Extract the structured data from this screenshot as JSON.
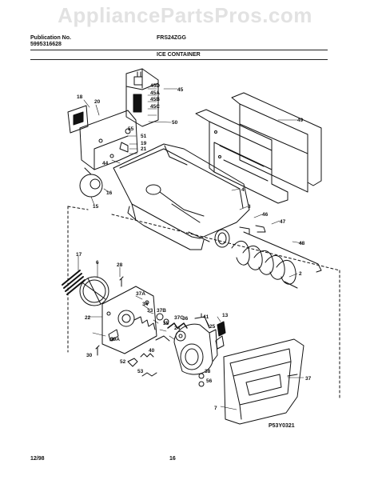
{
  "watermark": "AppliancePartsPros.com",
  "header": {
    "publication_label": "Publication No.",
    "publication_number": "5995316628",
    "model": "FRS24ZGG",
    "section_title": "ICE CONTAINER"
  },
  "diagram_code": "P53Y0321",
  "footer": {
    "date": "12/98",
    "page": "16"
  },
  "callouts": [
    "45D",
    "45",
    "45A",
    "45B",
    "45C",
    "50",
    "49",
    "18",
    "20",
    "55",
    "51",
    "19",
    "21",
    "44",
    "4",
    "16",
    "15",
    "3",
    "46",
    "47",
    "48",
    "17",
    "6",
    "28",
    "2",
    "37A",
    "34",
    "33",
    "37B",
    "22",
    "37C",
    "35",
    "24",
    "39A",
    "36",
    "41",
    "13",
    "25",
    "30",
    "40",
    "52",
    "38",
    "53",
    "37",
    "7",
    "56"
  ]
}
